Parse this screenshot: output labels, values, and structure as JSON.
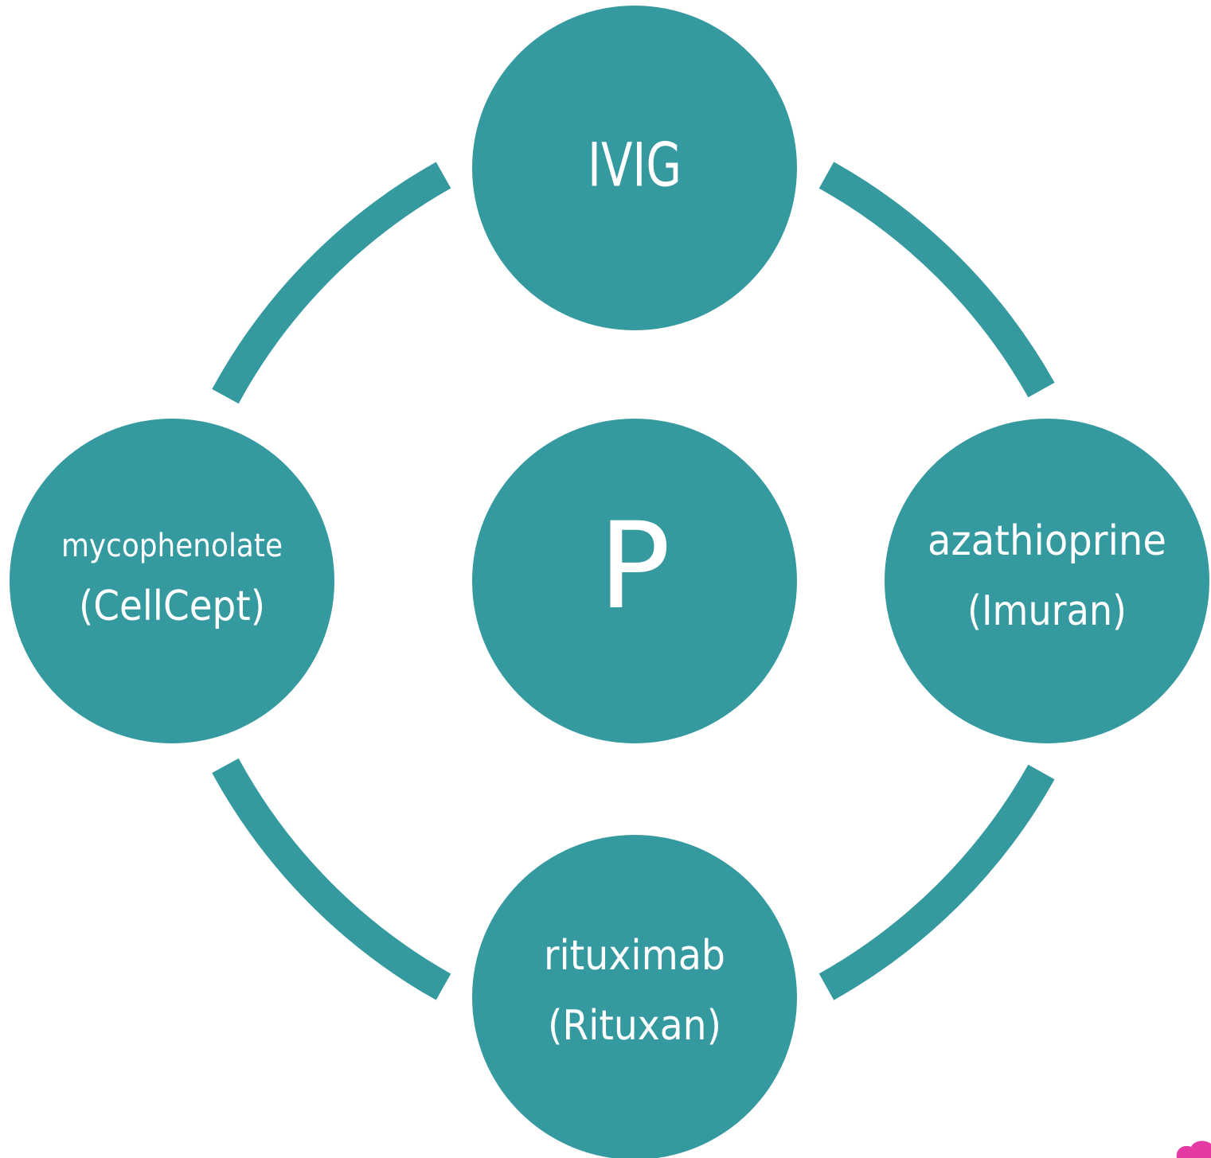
{
  "diagram": {
    "center": {
      "label": "P"
    },
    "nodes": {
      "top": {
        "line1": "IVIG"
      },
      "right": {
        "line1": "azathioprine",
        "line2": "(Imuran)"
      },
      "bottom": {
        "line1": "rituximab",
        "line2": "(Rituxan)"
      },
      "left": {
        "line1": "mycophenolate",
        "line2": "(CellCept)"
      }
    }
  },
  "colors": {
    "node_fill": "#3599a0",
    "ring": "#3599a0",
    "text": "#ffffff",
    "corner_decoration": "#e53aa3"
  }
}
